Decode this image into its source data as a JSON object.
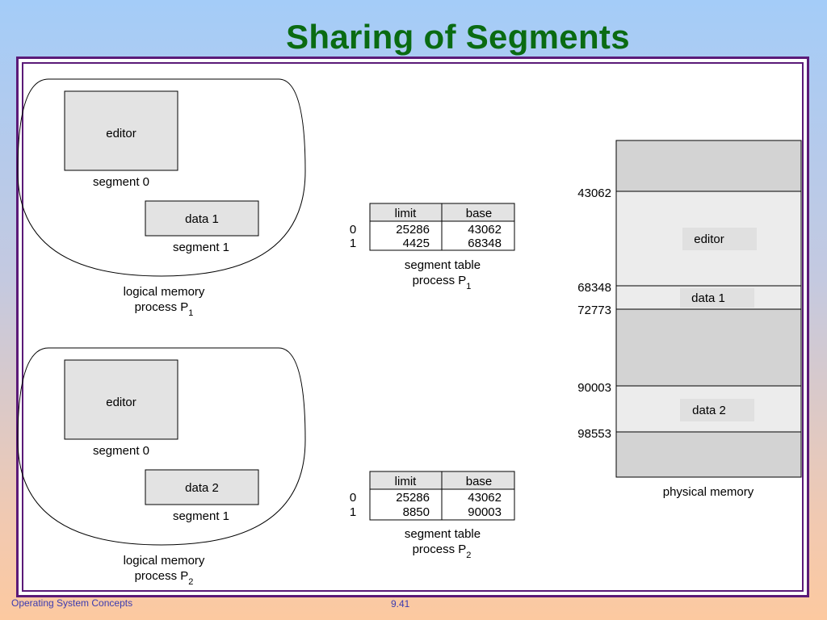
{
  "title": "Sharing of Segments",
  "footer": {
    "course": "Operating System Concepts",
    "page": "9.41"
  },
  "process1": {
    "segments": [
      {
        "name": "editor",
        "label": "segment 0"
      },
      {
        "name": "data 1",
        "label": "segment 1"
      }
    ],
    "logical_caption": "logical memory",
    "process_prefix": "process P",
    "process_sub": "1",
    "table": {
      "headers": [
        "limit",
        "base"
      ],
      "rows": [
        {
          "index": "0",
          "limit": "25286",
          "base": "43062"
        },
        {
          "index": "1",
          "limit": "4425",
          "base": "68348"
        }
      ],
      "caption": "segment table"
    }
  },
  "process2": {
    "segments": [
      {
        "name": "editor",
        "label": "segment 0"
      },
      {
        "name": "data 2",
        "label": "segment 1"
      }
    ],
    "logical_caption": "logical memory",
    "process_prefix": "process P",
    "process_sub": "2",
    "table": {
      "headers": [
        "limit",
        "base"
      ],
      "rows": [
        {
          "index": "0",
          "limit": "25286",
          "base": "43062"
        },
        {
          "index": "1",
          "limit": "8850",
          "base": "90003"
        }
      ],
      "caption": "segment table"
    }
  },
  "physical_memory": {
    "caption": "physical memory",
    "addresses": [
      "43062",
      "68348",
      "72773",
      "90003",
      "98553"
    ],
    "blocks": [
      "editor",
      "data 1",
      "data 2"
    ]
  },
  "colors": {
    "title": "#0a6b12",
    "frame": "#5b1a78",
    "block_gray": "#d3d3d3",
    "block_light": "#ececec",
    "footer_text": "#3b3bb0"
  }
}
